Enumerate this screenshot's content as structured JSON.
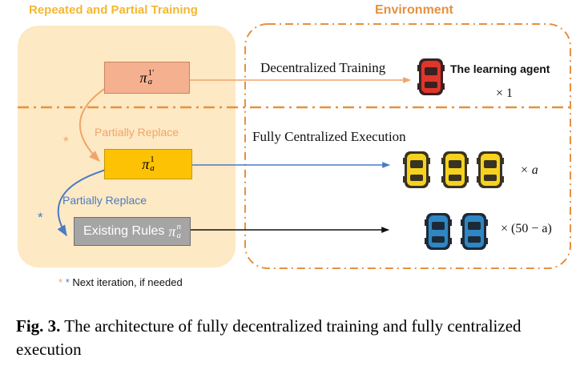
{
  "left_panel": {
    "title": "Repeated and Partial Training",
    "policy_prime": "π",
    "policy_prime_sup": "1′",
    "policy_prime_sub": "a",
    "policy_current": "π",
    "policy_current_sup": "1",
    "policy_current_sub": "a",
    "rules_prefix": "Existing Rules",
    "rules_symbol": "π",
    "rules_sup": "n",
    "rules_sub": "a",
    "replace_label_1": "Partially Replace",
    "replace_label_2": "Partially Replace",
    "asterisk": "*",
    "footnote": "Next iteration, if needed"
  },
  "environment": {
    "title": "Environment",
    "row1_label": "Decentralized Training",
    "row1_agent": "The learning agent",
    "row1_multiplier": "× 1",
    "row2_label": "Fully Centralized Execution",
    "row2_multiplier": "× a",
    "row3_multiplier": "× (50 − a)"
  },
  "caption": {
    "label": "Fig. 3.",
    "text": "The architecture of fully decentralized training and fully centralized execution"
  },
  "colors": {
    "panel_fill": "#fde9c4",
    "orange": "#f0a46b",
    "env_orange": "#e6913f",
    "blue": "#4a7bc4",
    "box1": "#f5b08f",
    "box2": "#fcc203",
    "box3": "#a5a5a5",
    "car_red": "#e0352b",
    "car_yellow": "#f6d21e",
    "car_blue": "#2f86c3"
  },
  "icons": [
    "red-car-icon",
    "yellow-car-icon",
    "blue-car-icon"
  ]
}
